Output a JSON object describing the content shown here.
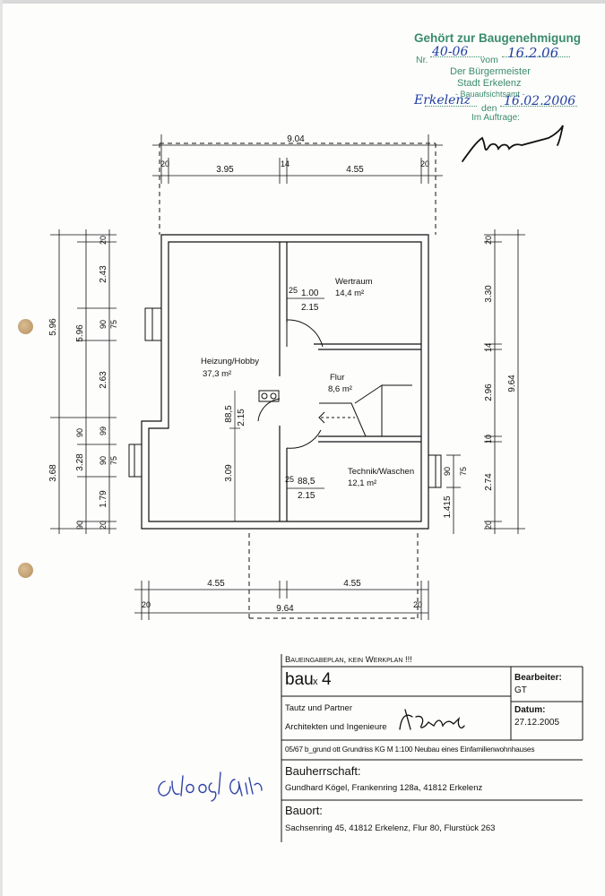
{
  "stamp": {
    "title": "Gehört zur Baugenehmigung",
    "nr_label": "Nr.",
    "nr_value": "40-06",
    "vom_label": "vom",
    "vom_value": "16.2.06",
    "authority_line1": "Der Bürgermeister",
    "authority_line2": "Stadt Erkelenz",
    "department": "- Bauaufsichtsamt -",
    "place_value": "Erkelenz",
    "den_label": "den",
    "den_value": "16.02.2006",
    "im_auftrage": "Im Auftrage:",
    "signature": "Signature (handwritten)"
  },
  "dimensions": {
    "top_overall": "9.04",
    "top_left_wall": "20",
    "top_left_room": "3.95",
    "top_mid_wall": "14",
    "top_right_room": "4.55",
    "top_right_wall": "20",
    "bottom_left_room": "4.55",
    "bottom_right_room": "4.55",
    "bottom_overall": "9.64",
    "bottom_left_wall": "20",
    "bottom_right_wall": "20",
    "left_outer_top": "5.96",
    "left_outer_bottom": "3.68",
    "left_mid_top": "5.96",
    "left_mid_bottom": "3.28",
    "left_mid_90a": "90",
    "left_mid_90b": "90",
    "left_inner_20a": "20",
    "left_inner_243": "2.43",
    "left_inner_90": "90",
    "left_inner_75": "75",
    "left_inner_263": "2.63",
    "left_inner_99": "99",
    "left_inner_90b": "90",
    "left_inner_75b": "75",
    "left_inner_179": "1.79",
    "left_inner_20b": "20",
    "right_outer": "9.64",
    "right_inner_20a": "20",
    "right_inner_330": "3.30",
    "right_inner_14": "14",
    "right_inner_296": "2.96",
    "right_inner_10": "10",
    "right_inner_274": "2.74",
    "right_inner_20b": "20",
    "right_win_90": "90",
    "right_win_75": "75",
    "right_win_1415": "1.415",
    "wert_25": "25",
    "wert_100": "1.00",
    "wert_215": "2.15",
    "heiz_885": "88,5",
    "heiz_215": "2.15",
    "heiz_309": "3.09",
    "tech_25": "25",
    "tech_885": "88,5",
    "tech_215": "2.15"
  },
  "rooms": [
    {
      "name": "Heizung/Hobby",
      "area": "37,3 m²"
    },
    {
      "name": "Wertraum",
      "area": "14,4 m²"
    },
    {
      "name": "Flur",
      "area": "8,6 m²"
    },
    {
      "name": "Technik/Waschen",
      "area": "12,1 m²"
    }
  ],
  "title_block": {
    "header": "Baueingabeplan, kein Werkplan !!!",
    "logo_main": "bau",
    "logo_x": "x",
    "logo_num": "4",
    "firm_line1": "Tautz und Partner",
    "firm_line2": "Architekten und Ingenieure",
    "firm_signature": "Handwritten signature",
    "bearbeiter_label": "Bearbeiter:",
    "bearbeiter_value": "GT",
    "datum_label": "Datum:",
    "datum_value": "27.12.2005",
    "project": "05/67 b_grund ott Grundriss KG M 1:100 Neubau eines Einfamilienwohnhauses",
    "bauherrschaft_label": "Bauherrschaft:",
    "bauherrschaft_value": "Gundhard Kögel, Frankenring 128a, 41812 Erkelenz",
    "bauort_label": "Bauort:",
    "bauort_value": "Sachsenring 45, 41812 Erkelenz, Flur 80, Flurstück 263"
  },
  "owner_signature": "Handwritten signature",
  "colors": {
    "stamp_green": "#3a8c6c",
    "ink_blue": "#1e3ea0",
    "drawing_black": "#111111",
    "punch_hole": "#c9a572"
  }
}
